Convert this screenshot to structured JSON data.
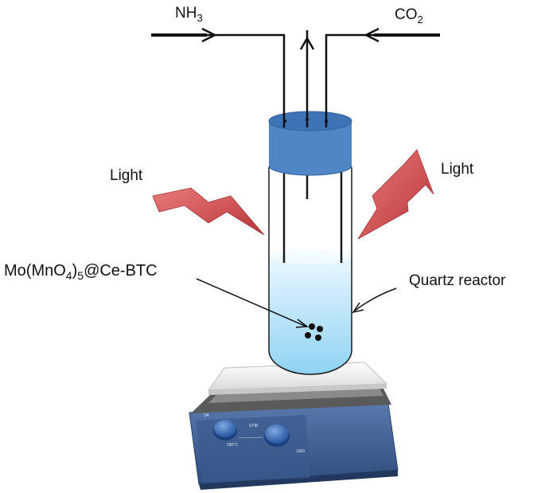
{
  "labels": {
    "gas_left_base": "NH",
    "gas_left_sub": "3",
    "gas_right_base": "CO",
    "gas_right_sub": "2",
    "light_left": "Light",
    "light_right": "Light",
    "catalyst_a": "Mo(MnO",
    "catalyst_sub1": "4",
    "catalyst_b": ")",
    "catalyst_sub2": "5",
    "catalyst_c": "@Ce-BTC",
    "reactor": "Quartz reactor"
  },
  "colors": {
    "cap": "#4f86c6",
    "cap_dark": "#2f5f9e",
    "liquid_top": "#eaf7ff",
    "liquid_bottom": "#8fd3f4",
    "bolt": "#c9464a",
    "stirrer_body": "#3f5f92",
    "stirrer_plate": "#f2f2f2"
  }
}
